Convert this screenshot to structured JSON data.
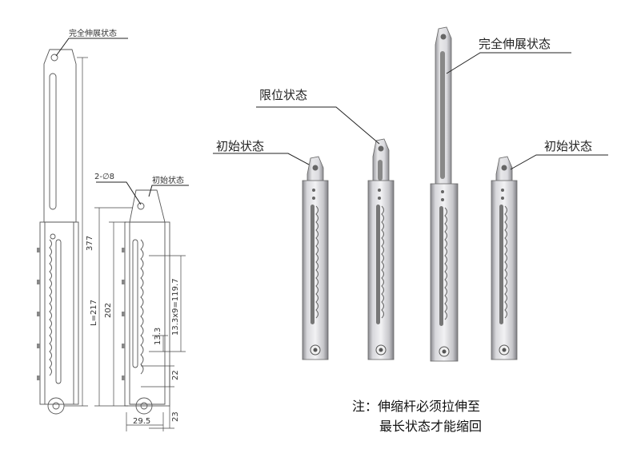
{
  "drawing": {
    "label_full_extension_small": "完全伸展状态",
    "label_initial_small": "初始状态",
    "hole_callout": "2-∅8",
    "dim_total_length": "377",
    "dim_L": "L=217",
    "dim_202": "202",
    "dim_slot_pitch": "13.3x9=119.7",
    "dim_13_3": "13.3",
    "dim_22": "22",
    "dim_23": "23",
    "dim_width": "29.5"
  },
  "photo": {
    "label_limit": "限位状态",
    "label_full_extension": "完全伸展状态",
    "label_initial_left": "初始状态",
    "label_initial_right": "初始状态"
  },
  "note": {
    "line1": "注：伸缩杆必须拉伸至",
    "line2": "最长状态才能缩回"
  },
  "colors": {
    "metal_light": "#e4e4e6",
    "metal_mid": "#b9b9bd",
    "metal_dark": "#7d7d82",
    "line": "#444444"
  }
}
